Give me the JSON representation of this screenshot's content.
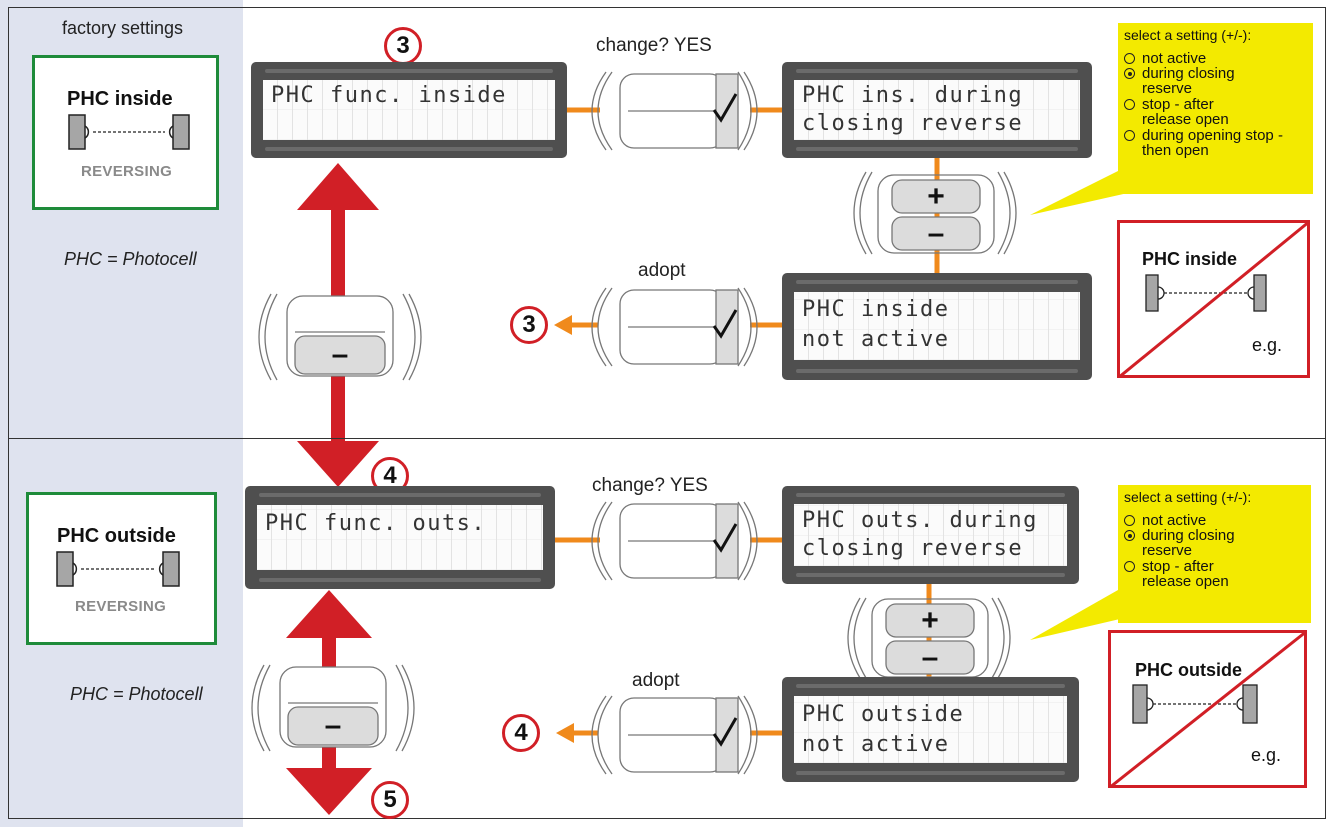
{
  "sidebar": {
    "factory_label": "factory settings",
    "phc_note": "PHC = Photocell",
    "inside_box": {
      "title": "PHC inside",
      "subtitle": "REVERSING"
    },
    "outside_box": {
      "title": "PHC outside",
      "subtitle": "REVERSING"
    }
  },
  "section_inside": {
    "step": "3",
    "menu_display": {
      "line1": "PHC func. inside",
      "line2": ""
    },
    "change_label": "change? YES",
    "setting_display": {
      "line1": "PHC ins. during",
      "line2": "closing reverse"
    },
    "adopt_label": "adopt",
    "result_display": {
      "line1": "PHC inside",
      "line2": "not active"
    },
    "return_step": "3",
    "plus_label": "+",
    "minus_label": "–",
    "nav_minus_label": "–",
    "options": {
      "title": "select a setting (+/-):",
      "items": [
        {
          "text": "not active",
          "selected": false
        },
        {
          "text": "during closing reserve",
          "selected": true
        },
        {
          "text": "stop - after release open",
          "selected": false
        },
        {
          "text": "during opening stop - then open",
          "selected": false
        }
      ]
    },
    "example": {
      "title": "PHC inside",
      "label": "e.g."
    }
  },
  "section_outside": {
    "step": "4",
    "menu_display": {
      "line1": "PHC func. outs.",
      "line2": ""
    },
    "change_label": "change? YES",
    "setting_display": {
      "line1": "PHC outs. during",
      "line2": "closing reverse"
    },
    "adopt_label": "adopt",
    "result_display": {
      "line1": "PHC outside",
      "line2": "not active"
    },
    "return_step": "4",
    "next_step": "5",
    "plus_label": "+",
    "minus_label": "–",
    "nav_minus_label": "–",
    "options": {
      "title": "select a setting (+/-):",
      "items": [
        {
          "text": "not active",
          "selected": false
        },
        {
          "text": "during closing reserve",
          "selected": true
        },
        {
          "text": "stop - after release open",
          "selected": false
        }
      ]
    },
    "example": {
      "title": "PHC outside",
      "label": "e.g."
    }
  },
  "colors": {
    "arrow_red": "#d11f26",
    "orange": "#f08a1c",
    "green": "#1e8b3a",
    "yellow": "#f3ea00",
    "lcd": "#4f4f4f"
  },
  "icons": [
    "check-mark-icon",
    "photocell-icon",
    "radio-icon"
  ]
}
